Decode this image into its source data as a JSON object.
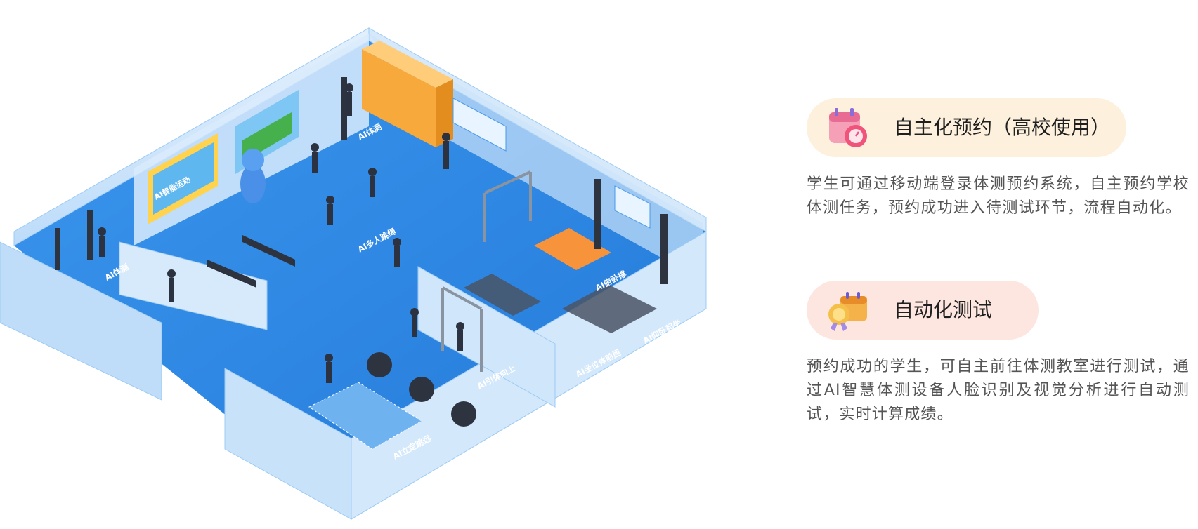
{
  "illustration": {
    "zones": [
      {
        "label": "AI体测"
      },
      {
        "label": "AI体测"
      },
      {
        "label": "AI多人跳绳"
      },
      {
        "label": "AI俯卧撑"
      },
      {
        "label": "AI仰卧起坐"
      },
      {
        "label": "AI坐位体前屈"
      },
      {
        "label": "AI引体向上"
      },
      {
        "label": "AI立定跳远"
      }
    ],
    "poster_text": "AI智能运动"
  },
  "features": [
    {
      "title": "自主化预约（高校使用）",
      "icon": "calendar-clock-icon",
      "pill_color": "#fdf0dc",
      "description": "学生可通过移动端登录体测预约系统，自主预约学校体测任务，预约成功进入待测试环节，流程自动化。"
    },
    {
      "title": "自动化测试",
      "icon": "medal-calendar-icon",
      "pill_color": "#fde6df",
      "description": "预约成功的学生，可自主前往体测教室进行测试，通过AI智慧体测设备人脸识别及视觉分析进行自动测试，实时计算成绩。"
    }
  ],
  "colors": {
    "floor": "#2e8be6",
    "wall_light": "#cfe6fb",
    "wall_mid": "#a9d2f7",
    "accent_orange": "#f6a93b"
  }
}
